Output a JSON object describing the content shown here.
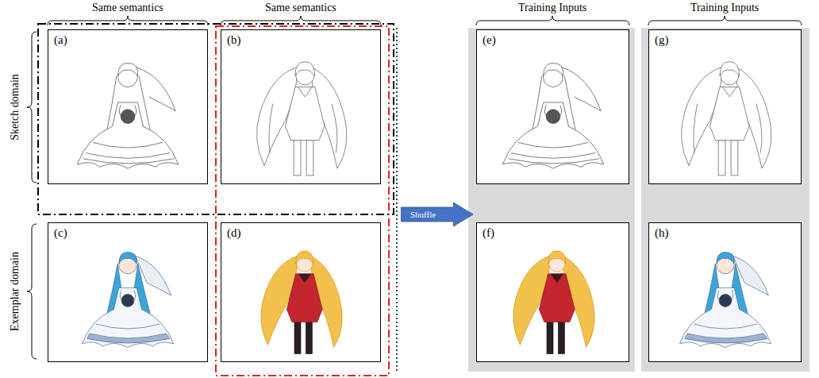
{
  "diagram": {
    "nodes": [
      {
        "text": [
          "(a)"
        ]
      },
      {
        "text": [
          "(b)"
        ]
      },
      {
        "text": [
          "(c)"
        ]
      },
      {
        "text": [
          "(d)"
        ]
      },
      {
        "text": [
          "Shuffle"
        ]
      },
      {
        "text": [
          "(e)"
        ]
      },
      {
        "text": [
          "(f)"
        ]
      },
      {
        "text": [
          "(g)"
        ]
      },
      {
        "text": [
          "(h)"
        ]
      }
    ],
    "labels": [
      "Same semantics",
      "Same semantics",
      "Training Inputs",
      "Training Inputs",
      "Sketch domain",
      "Exemplar domain"
    ]
  }
}
